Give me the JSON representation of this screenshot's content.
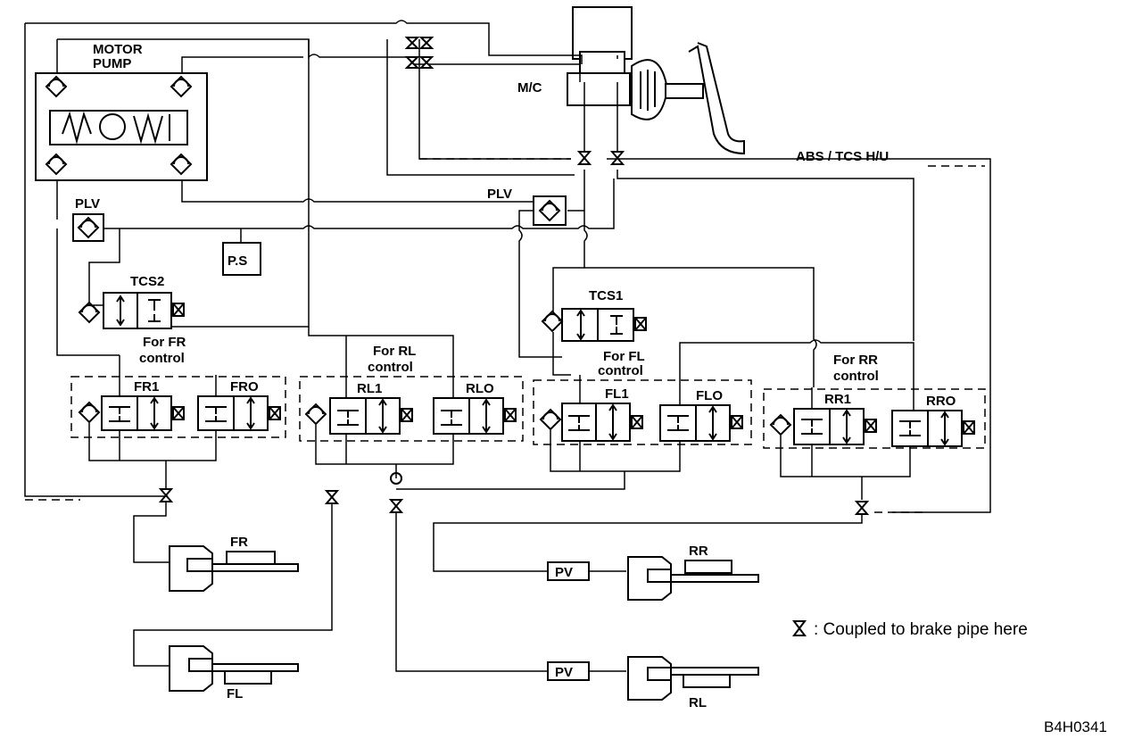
{
  "labels": {
    "motor_pump_line1": "MOTOR",
    "motor_pump_line2": "PUMP",
    "mc": "M/C",
    "abs_tcs_hu": "ABS / TCS  H/U",
    "plv_left": "PLV",
    "plv_right": "PLV",
    "ps": "P.S",
    "tcs2": "TCS2",
    "tcs1": "TCS1",
    "fr1": "FR1",
    "fro": "FRO",
    "rl1": "RL1",
    "rlo": "RLO",
    "fl1": "FL1",
    "flo": "FLO",
    "rr1": "RR1",
    "rro": "RRO",
    "for_fr_1": "For FR",
    "for_fr_2": "control",
    "for_rl_1": "For RL",
    "for_rl_2": "control",
    "for_fl_1": "For FL",
    "for_fl_2": "control",
    "for_rr_1": "For RR",
    "for_rr_2": "control",
    "wheel_fr": "FR",
    "wheel_fl": "FL",
    "wheel_rr": "RR",
    "wheel_rl": "RL",
    "pv_rr": "PV",
    "pv_rl": "PV"
  },
  "legend": {
    "text": ": Coupled to brake pipe here"
  },
  "figure_code": "B4H0341"
}
